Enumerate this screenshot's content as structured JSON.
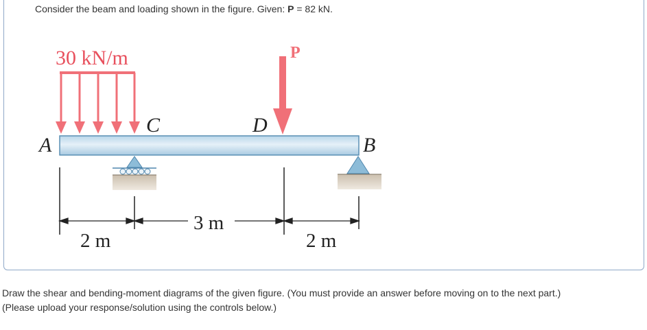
{
  "header": {
    "intro_prefix": "Consider the beam and loading shown in the figure. Given:",
    "given_symbol": "P",
    "given_value": "= 82 kN."
  },
  "figure": {
    "distributed_load_label": "30 kN/m",
    "point_load_label": "P",
    "point_labels": {
      "a": "A",
      "b": "B",
      "c": "C",
      "d": "D"
    },
    "dimensions": {
      "ac": "2 m",
      "cd": "3 m",
      "db": "2 m"
    },
    "colors": {
      "load_arrow": "#f07078",
      "beam_fill": "#cfe4f0",
      "beam_edge": "#5a8fb4",
      "support": "#8dbcd8",
      "ground": "#d8cfc0"
    }
  },
  "question": {
    "line1": "Draw the shear and bending-moment diagrams of the given figure. (You must provide an answer before moving on to the next part.)",
    "line2": "(Please upload your response/solution using the controls below.)"
  }
}
